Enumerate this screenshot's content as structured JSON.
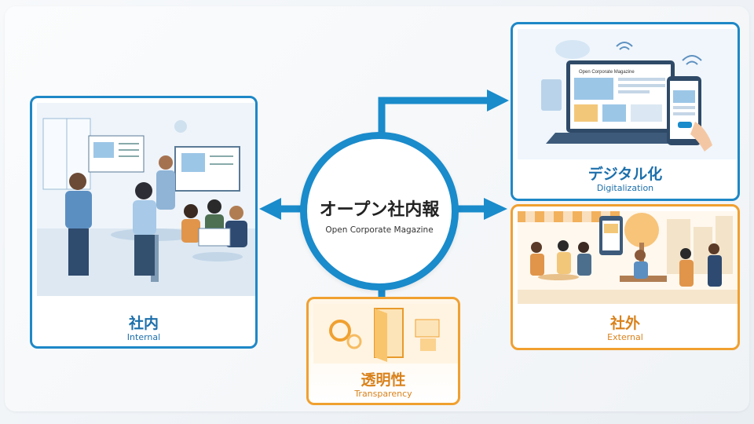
{
  "hub": {
    "title": "オープン社内報",
    "subtitle": "Open Corporate Magazine"
  },
  "internal": {
    "label_jp": "社内",
    "label_en": "Internal"
  },
  "digital": {
    "label_jp": "デジタル化",
    "label_en": "Digitalization",
    "screen_title": "Open Corporate Magazine"
  },
  "external": {
    "label_jp": "社外",
    "label_en": "External"
  },
  "transparency": {
    "label_jp": "透明性",
    "label_en": "Transparency"
  },
  "colors": {
    "blue": "#1a8bcb",
    "orange": "#f0a030"
  }
}
